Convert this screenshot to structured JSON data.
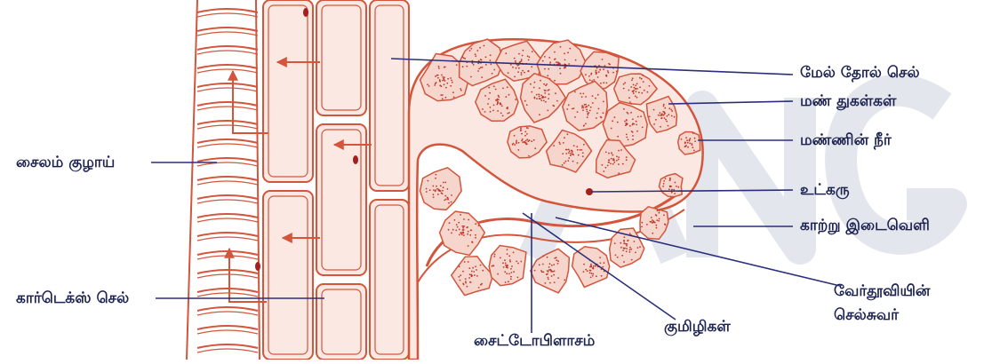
{
  "colors": {
    "cell_wall": "#d2553c",
    "cell_fill": "#fbe8e2",
    "soil_stipple": "#c0392b",
    "label_line": "#2b2f7a",
    "label_text": "#1e2452",
    "watermark": "#e4e6ee"
  },
  "labels": {
    "epidermal_cell": "மேல் தோல் செல்",
    "soil_particles": "மண் துகள்கள்",
    "soil_water": "மண்ணின் நீர்",
    "nucleus": "உட்கரு",
    "air_space": "காற்று இடைவெளி",
    "root_hair_wall_1": "வேர்தூவியின்",
    "root_hair_wall_2": "செல்சுவர்",
    "vacuoles": "குமிழிகள்",
    "cytoplasm": "சைட்டோபிளாசம்",
    "cortex_cell": "கார்டெக்ஸ் செல்",
    "xylem_tube": "சைலம் குழாய்"
  }
}
